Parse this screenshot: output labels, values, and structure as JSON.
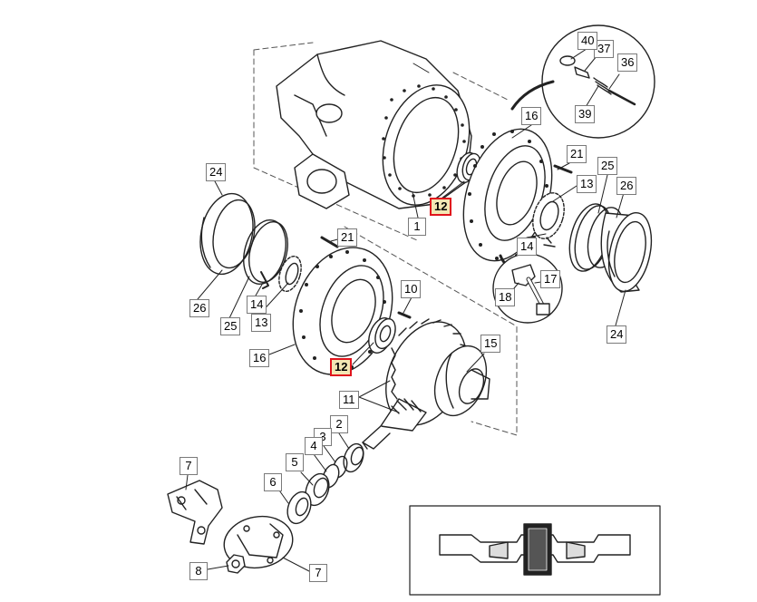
{
  "diagram": {
    "callouts": [
      "1",
      "2",
      "3",
      "4",
      "5",
      "6",
      "7",
      "7",
      "8",
      "10",
      "11",
      "12",
      "12",
      "13",
      "13",
      "14",
      "14",
      "15",
      "16",
      "16",
      "17",
      "18",
      "21",
      "21",
      "24",
      "24",
      "25",
      "25",
      "26",
      "26",
      "36",
      "37",
      "39",
      "40"
    ],
    "highlighted_part": "12",
    "colors": {
      "line": "#222222",
      "callout_border": "#7a7a7a",
      "highlight_border": "#e0141c",
      "highlight_fill": "#f3e7b4"
    }
  }
}
